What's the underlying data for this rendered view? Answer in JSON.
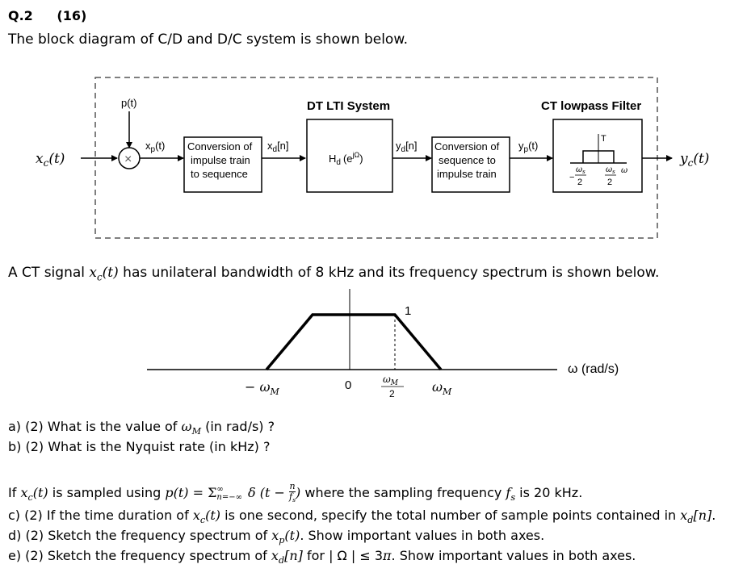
{
  "question": {
    "number": "Q.2",
    "marks": "(16)",
    "intro": "The block diagram of C/D and D/C system is shown below."
  },
  "diagram": {
    "input_label": "x",
    "input_sub": "c",
    "input_arg": "(t)",
    "output_label": "y",
    "output_sub": "c",
    "output_arg": "(t)",
    "pulse_label": "p(t)",
    "multiplier_symbol": "×",
    "xp_label": "x",
    "xp_sub": "p",
    "xp_arg": "(t)",
    "xd_label": "x",
    "xd_sub": "d",
    "xd_arg": "[n]",
    "yd_label": "y",
    "yd_sub": "d",
    "yd_arg": "[n]",
    "yp_label": "y",
    "yp_sub": "p",
    "yp_arg": "(t)",
    "block1_lines": [
      "Conversion of",
      "impulse train",
      "to sequence"
    ],
    "block2_title": "DT LTI System",
    "block2_label": "H",
    "block2_sub": "d",
    "block2_arg": "(e",
    "block2_sup": "jΩ",
    "block2_close": ")",
    "block3_lines": [
      "Conversion of",
      "sequence to",
      "impulse train"
    ],
    "block4_title": "CT lowpass Filter",
    "filter_gain": "T",
    "filter_omega": "ω",
    "filter_left_num": "ω",
    "filter_left_num_sub": "s",
    "filter_left_den": "2",
    "filter_left_sign": "−",
    "filter_right_num": "ω",
    "filter_right_num_sub": "s",
    "filter_right_den": "2"
  },
  "spectrum_text": {
    "before": "A CT signal ",
    "var": "x",
    "var_sub": "c",
    "var_arg": "(t)",
    "after": " has unilateral bandwidth of 8 kHz and its frequency spectrum is shown below."
  },
  "spectrum": {
    "peak_label": "1",
    "axis_label": "ω (rad/s)",
    "neg_label": "− ω",
    "neg_sub": "M",
    "zero_label": "0",
    "half_num": "ω",
    "half_num_sub": "M",
    "half_den": "2",
    "pos_label": "ω",
    "pos_sub": "M"
  },
  "parts_ab": {
    "a_prefix": "a) (2) What is the value of ",
    "a_var": "ω",
    "a_sub": "M",
    "a_suffix": " (in rad/s) ?",
    "b": "b) (2) What is the Nyquist rate (in kHz) ?"
  },
  "sampling": {
    "lead": "If ",
    "x": "x",
    "x_sub": "c",
    "x_arg": "(t)",
    "mid": " is sampled using ",
    "p_expr": "p(t) = ",
    "sum_sym": "Σ",
    "sum_sup": "∞",
    "sum_sub": "n=−∞",
    "delta_expr": " δ (t − ",
    "frac_num": "n",
    "frac_den": "f",
    "frac_den_sub": "s",
    "close": ")",
    "tail": " where the sampling frequency ",
    "fs": "f",
    "fs_sub": "s",
    "end": " is 20 kHz."
  },
  "parts_cde": {
    "c_prefix": "c) (2) If the time duration of ",
    "c_x": "x",
    "c_x_sub": "c",
    "c_x_arg": "(t)",
    "c_mid": " is one second, specify the total number of sample points contained in ",
    "c_xd": "x",
    "c_xd_sub": "d",
    "c_xd_arg": "[n]",
    "c_end": ".",
    "d_prefix": "d) (2) Sketch the frequency spectrum of ",
    "d_x": "x",
    "d_x_sub": "p",
    "d_x_arg": "(t)",
    "d_end": ". Show important values in both axes.",
    "e_prefix": "e) (2) Sketch the frequency spectrum of ",
    "e_x": "x",
    "e_x_sub": "d",
    "e_x_arg": "[n]",
    "e_mid": " for | Ω | ≤ 3",
    "e_pi": "π",
    "e_end": ". Show important values in both axes."
  },
  "colors": {
    "ink": "#000000",
    "dash": "#555555",
    "background": "#ffffff"
  }
}
